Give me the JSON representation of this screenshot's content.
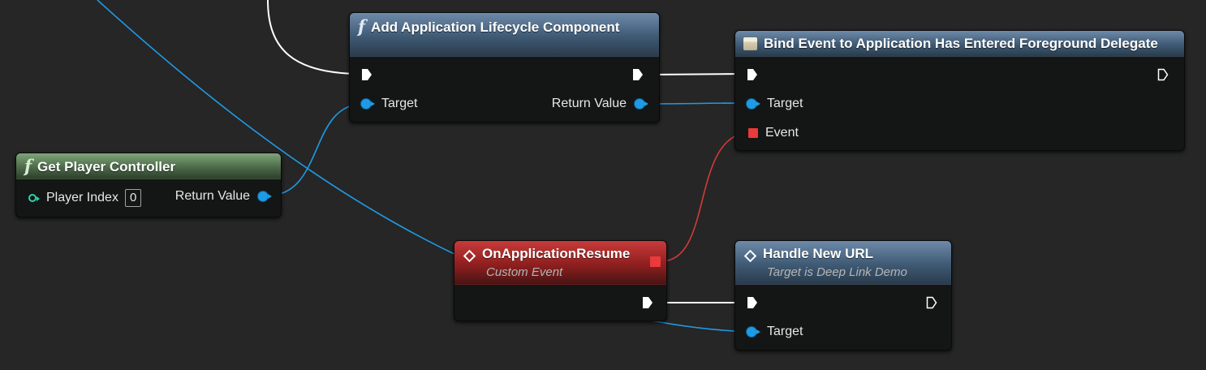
{
  "nodes": {
    "add_lifecycle": {
      "title": "Add Application Lifecycle Component",
      "icon": "function-icon",
      "pins": {
        "target": "Target",
        "return_value": "Return Value"
      }
    },
    "bind_event": {
      "title": "Bind Event to Application Has Entered Foreground Delegate",
      "icon": "bind-event-icon",
      "pins": {
        "target": "Target",
        "event": "Event"
      }
    },
    "get_player_controller": {
      "title": "Get Player Controller",
      "icon": "function-icon",
      "pins": {
        "player_index": "Player Index",
        "player_index_value": "0",
        "return_value": "Return Value"
      }
    },
    "on_application_resume": {
      "title": "OnApplicationResume",
      "subtitle": "Custom Event",
      "icon": "custom-event-icon"
    },
    "handle_new_url": {
      "title": "Handle New URL",
      "subtitle": "Target is Deep Link Demo",
      "icon": "custom-event-icon",
      "pins": {
        "target": "Target"
      }
    }
  },
  "colors": {
    "background": "#262626",
    "exec_wire": "#ffffff",
    "object_wire": "#1e9be6",
    "delegate_wire": "#d43a3a",
    "function_header": "#3f5a74",
    "pure_header": "#4d6b49",
    "event_header": "#8f1f1f"
  }
}
